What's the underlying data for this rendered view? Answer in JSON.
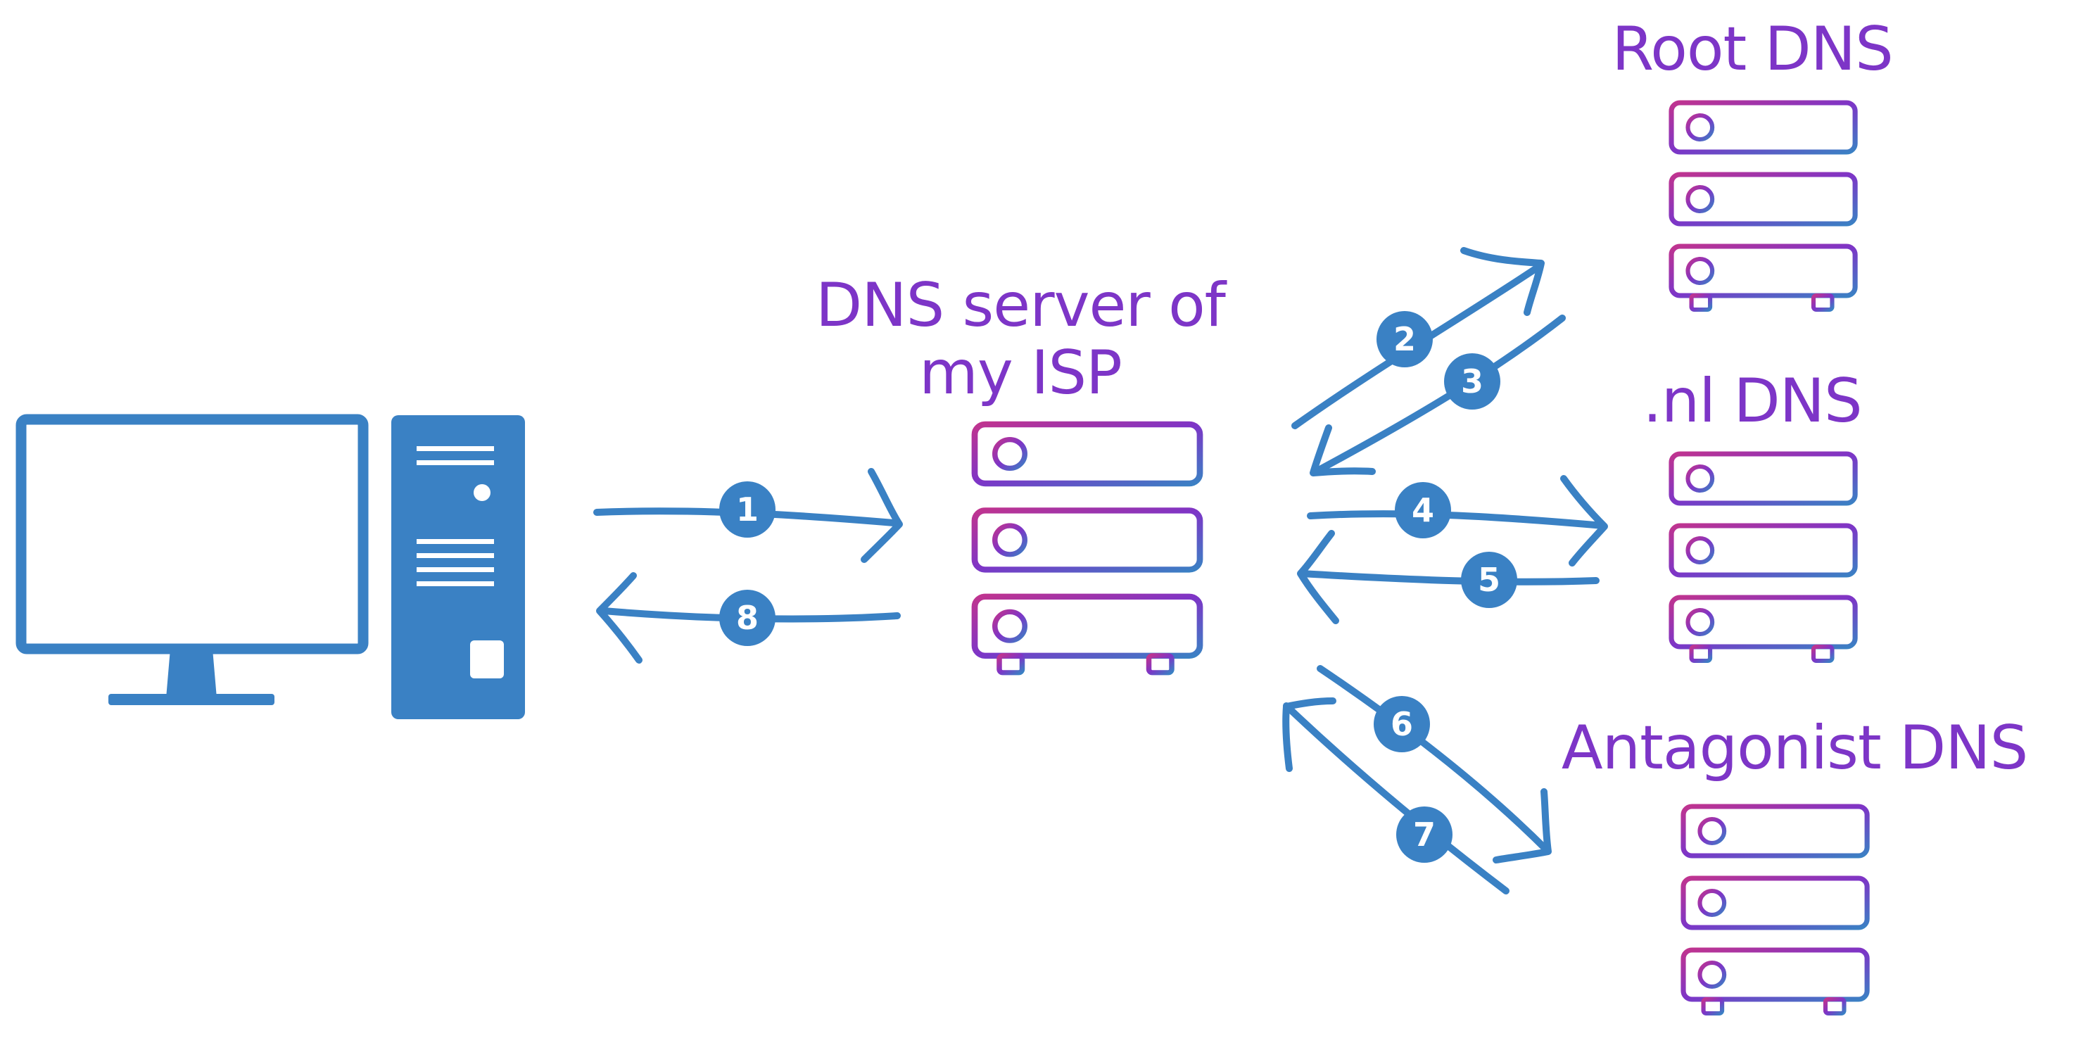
{
  "labels": {
    "isp_server": "DNS server of my ISP",
    "root_dns": "Root DNS",
    "nl_dns": ".nl DNS",
    "antagonist_dns": "Antagonist DNS"
  },
  "steps": [
    "1",
    "2",
    "3",
    "4",
    "5",
    "6",
    "7",
    "8"
  ],
  "icons": {
    "computer": "desktop-computer-icon",
    "server": "server-rack-icon"
  },
  "colors": {
    "arrow_blue": "#3a81c4",
    "label_purple": "#7d35c7",
    "server_gradient_start": "#c0348f",
    "server_gradient_mid": "#7d35c7",
    "server_gradient_end": "#3a81c4"
  }
}
